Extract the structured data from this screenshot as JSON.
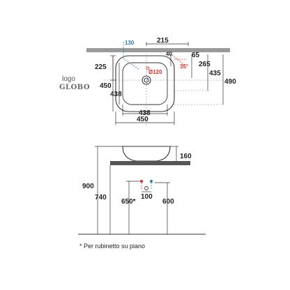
{
  "top_view": {
    "dims": {
      "overflow": "130",
      "width_215": "215",
      "d40": "40",
      "d65": "65",
      "angle": "35°",
      "hole": "Ø120",
      "h225": "225",
      "h265": "265",
      "h435": "435",
      "h490": "490",
      "h450_left": "450",
      "h438_left": "438",
      "w438": "438",
      "w450": "450"
    }
  },
  "logo": {
    "label": "logo",
    "mark": "GLOBO"
  },
  "side_view": {
    "dims": {
      "h160": "160",
      "h900": "900",
      "h740": "740",
      "h650": "650*",
      "w100": "100",
      "h600": "600"
    }
  },
  "footnote": "* Per rubinetto su piano"
}
